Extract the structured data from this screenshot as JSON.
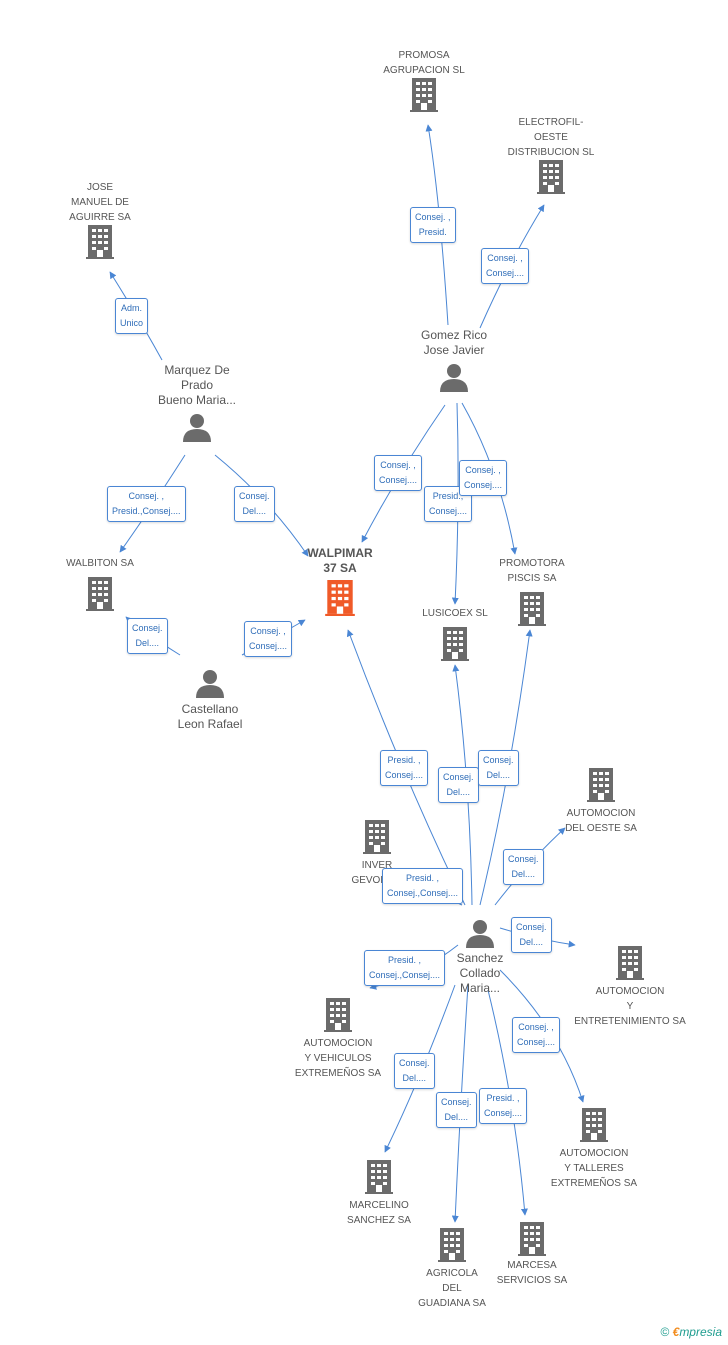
{
  "colors": {
    "edge": "#4a86d4",
    "building": "#6b6b6b",
    "focus": "#f05a28",
    "person": "#6b6b6b"
  },
  "nodes": {
    "promosa": {
      "label": "PROMOSA\nAGRUPACION SL",
      "icon": "building-icon"
    },
    "electrofil": {
      "label": "ELECTROFIL-\nOESTE\nDISTRIBUCION SL",
      "icon": "building-icon"
    },
    "jose_manuel": {
      "label": "JOSE\nMANUEL DE\nAGUIRRE SA",
      "icon": "building-icon"
    },
    "gomez_rico": {
      "label": "Gomez Rico\nJose Javier",
      "icon": "person-icon"
    },
    "marquez": {
      "label": "Marquez De\nPrado\nBueno Maria...",
      "icon": "person-icon"
    },
    "walbiton": {
      "label": "WALBITON SA",
      "icon": "building-icon"
    },
    "walpimar": {
      "label": "WALPIMAR\n37 SA",
      "icon": "building-icon"
    },
    "promotora": {
      "label": "PROMOTORA\nPISCIS SA",
      "icon": "building-icon"
    },
    "lusicoex": {
      "label": "LUSICOEX SL",
      "icon": "building-icon"
    },
    "castellano": {
      "label": "Castellano\nLeon Rafael",
      "icon": "person-icon"
    },
    "automocion_oeste": {
      "label": "AUTOMOCION\nDEL OESTE SA",
      "icon": "building-icon"
    },
    "inver_gevora": {
      "label": "INVER\nGEVORA...",
      "icon": "building-icon"
    },
    "sanchez": {
      "label": "Sanchez\nCollado\nMaria...",
      "icon": "person-icon"
    },
    "automocion_entret": {
      "label": "AUTOMOCION\nY\nENTRETENIMIENTO SA",
      "icon": "building-icon"
    },
    "automocion_vehiculos": {
      "label": "AUTOMOCION\nY VEHICULOS\nEXTREMEÑOS SA",
      "icon": "building-icon"
    },
    "automocion_talleres": {
      "label": "AUTOMOCION\nY TALLERES\nEXTREMEÑOS SA",
      "icon": "building-icon"
    },
    "marcelino": {
      "label": "MARCELINO\nSANCHEZ SA",
      "icon": "building-icon"
    },
    "marcesa": {
      "label": "MARCESA\nSERVICIOS SA",
      "icon": "building-icon"
    },
    "agricola": {
      "label": "AGRICOLA\nDEL\nGUADIANA SA",
      "icon": "building-icon"
    }
  },
  "edge_labels": {
    "e_promosa": "Consej. ,\nPresid.",
    "e_electrofil": "Consej. ,\nConsej....",
    "e_jose": "Adm.\nUnico",
    "e_walbiton": "Consej. ,\nPresid.,Consej....",
    "e_marquez_walpimar": "Consej.\nDel....",
    "e_gomez_walpimar": "Consej. ,\nConsej....",
    "e_gomez_lusicoex": "Presid.,\nConsej....",
    "e_gomez_promotora": "Consej. ,\nConsej....",
    "e_castellano_walbiton": "Consej.\nDel....",
    "e_castellano_walpimar": "Consej. ,\nConsej....",
    "e_sanchez_walpimar": "Presid. ,\nConsej....",
    "e_sanchez_lusicoex": "Consej.\nDel....",
    "e_sanchez_promotora": "Consej.\nDel....",
    "e_sanchez_oeste": "Consej.\nDel....",
    "e_sanchez_inver": "Presid. ,\nConsej.,Consej....",
    "e_sanchez_entret": "Consej.\nDel....",
    "e_sanchez_vehiculos": "Presid. ,\nConsej.,Consej....",
    "e_sanchez_talleres": "Consej. ,\nConsej....",
    "e_sanchez_marcelino": "Consej.\nDel....",
    "e_sanchez_agricola": "Consej.\nDel....",
    "e_sanchez_marcesa": "Presid. ,\nConsej...."
  },
  "footer": {
    "copyright": "©",
    "brand_e": "€",
    "brand_rest": "mpresia"
  }
}
